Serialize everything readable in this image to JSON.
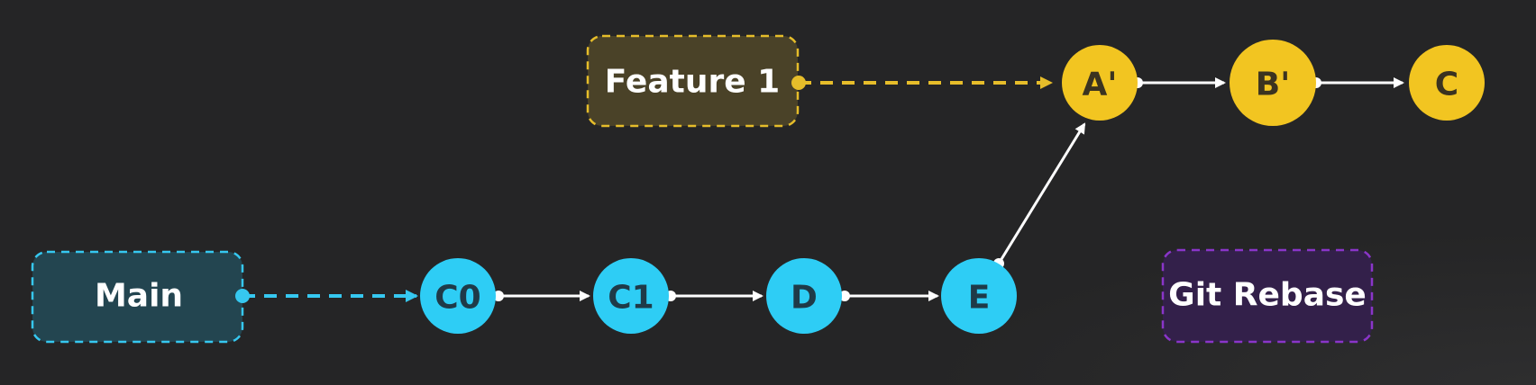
{
  "branches": {
    "main": {
      "label": "Main",
      "fill": "#234550",
      "stroke": "#36c8f0"
    },
    "feature": {
      "label": "Feature 1",
      "fill": "#4a4228",
      "stroke": "#e6bd2a"
    },
    "rebase": {
      "label": "Git Rebase",
      "fill": "#33204a",
      "stroke": "#8a35c9"
    }
  },
  "commits": {
    "main": [
      "C0",
      "C1",
      "D",
      "E"
    ],
    "feature": [
      "A'",
      "B'",
      "C"
    ]
  },
  "colors": {
    "main_commit": "#2ecdf5",
    "feature_commit": "#f2c521",
    "arrow": "#ffffff",
    "commit_text_main": "#1f3a48",
    "commit_text_feature": "#3b3320"
  }
}
